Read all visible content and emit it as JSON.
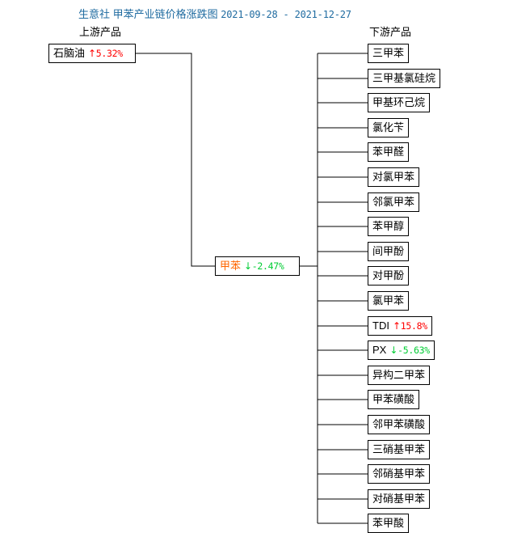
{
  "title": {
    "main": "生意社 甲苯产业链价格涨跌图",
    "date_range": "2021-09-28 - 2021-12-27",
    "color": "#1f6ba0"
  },
  "headers": {
    "upstream": "上游产品",
    "downstream": "下游产品"
  },
  "colors": {
    "up": "#ff0000",
    "down": "#00cc33",
    "center_name": "#ff6600",
    "line": "#000000",
    "box_border": "#000000",
    "background": "#ffffff"
  },
  "symbols": {
    "up_arrow": "↑",
    "down_arrow": "↓"
  },
  "upstream": [
    {
      "name": "石脑油",
      "arrow": "↑",
      "change": "5.32%",
      "direction": "up"
    }
  ],
  "center": {
    "name": "甲苯",
    "arrow": "↓",
    "change": "-2.47%",
    "direction": "down"
  },
  "downstream": [
    {
      "name": "三甲苯",
      "arrow": "",
      "change": "",
      "direction": "none"
    },
    {
      "name": "三甲基氯硅烷",
      "arrow": "",
      "change": "",
      "direction": "none"
    },
    {
      "name": "甲基环己烷",
      "arrow": "",
      "change": "",
      "direction": "none"
    },
    {
      "name": "氯化苄",
      "arrow": "",
      "change": "",
      "direction": "none"
    },
    {
      "name": "苯甲醛",
      "arrow": "",
      "change": "",
      "direction": "none"
    },
    {
      "name": "对氯甲苯",
      "arrow": "",
      "change": "",
      "direction": "none"
    },
    {
      "name": "邻氯甲苯",
      "arrow": "",
      "change": "",
      "direction": "none"
    },
    {
      "name": "苯甲醇",
      "arrow": "",
      "change": "",
      "direction": "none"
    },
    {
      "name": "间甲酚",
      "arrow": "",
      "change": "",
      "direction": "none"
    },
    {
      "name": "对甲酚",
      "arrow": "",
      "change": "",
      "direction": "none"
    },
    {
      "name": "氯甲苯",
      "arrow": "",
      "change": "",
      "direction": "none"
    },
    {
      "name": "TDI",
      "arrow": "↑",
      "change": "15.8%",
      "direction": "up"
    },
    {
      "name": "PX",
      "arrow": "↓",
      "change": "-5.63%",
      "direction": "down"
    },
    {
      "name": "异构二甲苯",
      "arrow": "",
      "change": "",
      "direction": "none"
    },
    {
      "name": "甲苯磺酸",
      "arrow": "",
      "change": "",
      "direction": "none"
    },
    {
      "name": "邻甲苯磺酸",
      "arrow": "",
      "change": "",
      "direction": "none"
    },
    {
      "name": "三硝基甲苯",
      "arrow": "",
      "change": "",
      "direction": "none"
    },
    {
      "name": "邻硝基甲苯",
      "arrow": "",
      "change": "",
      "direction": "none"
    },
    {
      "name": "对硝基甲苯",
      "arrow": "",
      "change": "",
      "direction": "none"
    },
    {
      "name": "苯甲酸",
      "arrow": "",
      "change": "",
      "direction": "none"
    }
  ],
  "chart_data": {
    "type": "diagram",
    "title": "生意社 甲苯产业链价格涨跌图",
    "period": "2021-09-28 - 2021-12-27",
    "center_product": "甲苯",
    "center_change_pct": -2.47,
    "upstream_products": [
      {
        "name": "石脑油",
        "change_pct": 5.32
      }
    ],
    "downstream_products": [
      {
        "name": "三甲苯",
        "change_pct": null
      },
      {
        "name": "三甲基氯硅烷",
        "change_pct": null
      },
      {
        "name": "甲基环己烷",
        "change_pct": null
      },
      {
        "name": "氯化苄",
        "change_pct": null
      },
      {
        "name": "苯甲醛",
        "change_pct": null
      },
      {
        "name": "对氯甲苯",
        "change_pct": null
      },
      {
        "name": "邻氯甲苯",
        "change_pct": null
      },
      {
        "name": "苯甲醇",
        "change_pct": null
      },
      {
        "name": "间甲酚",
        "change_pct": null
      },
      {
        "name": "对甲酚",
        "change_pct": null
      },
      {
        "name": "氯甲苯",
        "change_pct": null
      },
      {
        "name": "TDI",
        "change_pct": 15.8
      },
      {
        "name": "PX",
        "change_pct": -5.63
      },
      {
        "name": "异构二甲苯",
        "change_pct": null
      },
      {
        "name": "甲苯磺酸",
        "change_pct": null
      },
      {
        "name": "邻甲苯磺酸",
        "change_pct": null
      },
      {
        "name": "三硝基甲苯",
        "change_pct": null
      },
      {
        "name": "邻硝基甲苯",
        "change_pct": null
      },
      {
        "name": "对硝基甲苯",
        "change_pct": null
      },
      {
        "name": "苯甲酸",
        "change_pct": null
      }
    ]
  }
}
